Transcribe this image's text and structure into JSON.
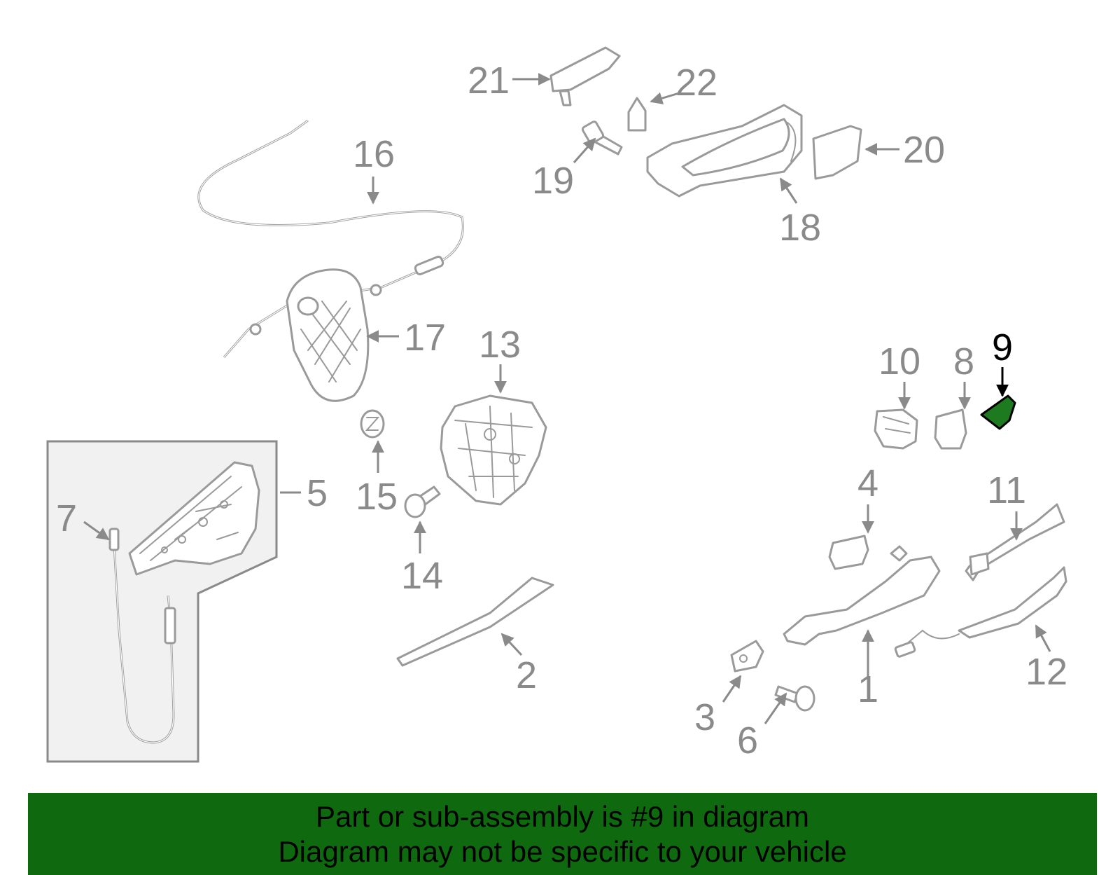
{
  "diagram": {
    "selected_part": "9",
    "highlight_color": "#1e7a1e",
    "callouts": [
      "1",
      "2",
      "3",
      "4",
      "5",
      "6",
      "7",
      "8",
      "9",
      "10",
      "11",
      "12",
      "13",
      "14",
      "15",
      "16",
      "17",
      "18",
      "19",
      "20",
      "21",
      "22"
    ]
  },
  "banner": {
    "line1": "Part or sub-assembly is #9 in diagram",
    "line2": "Diagram may not be specific to your vehicle",
    "background": "#0f6a0f"
  }
}
